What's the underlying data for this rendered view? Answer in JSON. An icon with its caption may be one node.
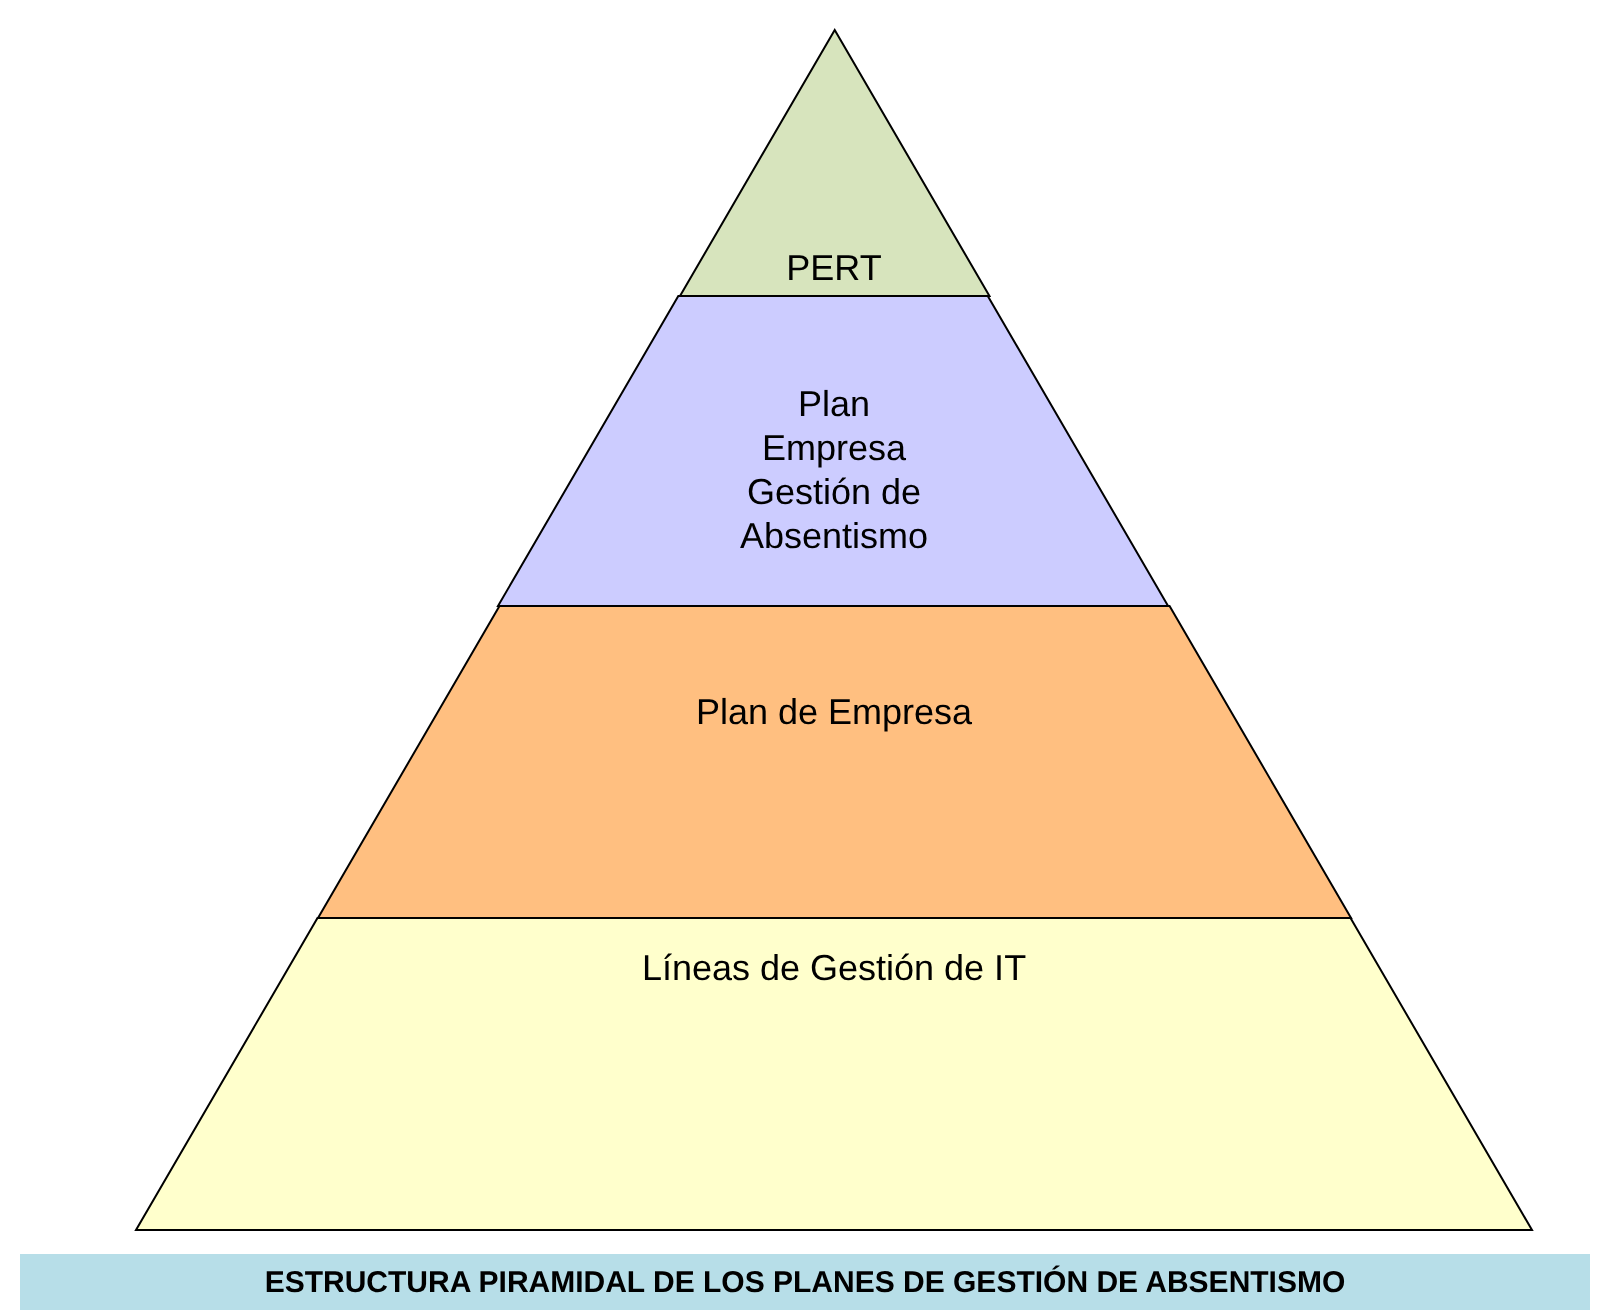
{
  "diagram": {
    "caption": "ESTRUCTURA PIRAMIDAL DE LOS PLANES DE GESTIÓN DE ABSENTISMO",
    "nodes": [
      {
        "text": [
          "PERT"
        ]
      },
      {
        "text": [
          "Plan Empresa Gestión de Absentismo"
        ]
      },
      {
        "text": [
          "Plan de Empresa"
        ]
      },
      {
        "text": [
          "Líneas de Gestión de IT"
        ]
      }
    ]
  }
}
